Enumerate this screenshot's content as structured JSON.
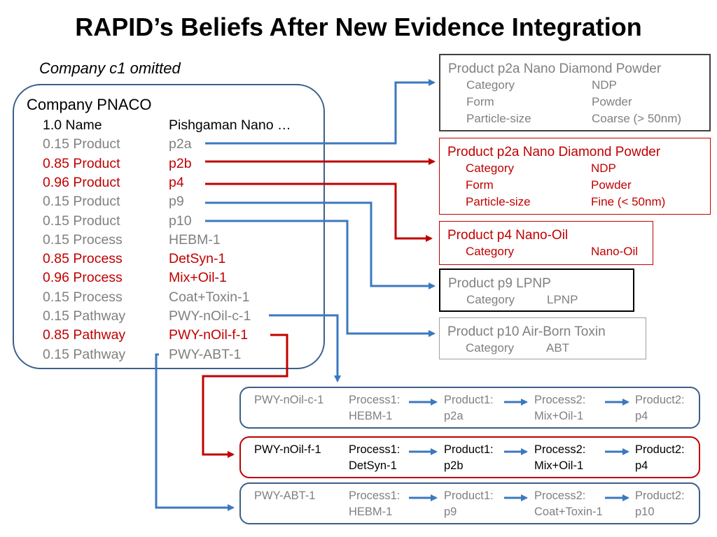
{
  "title": "RAPID’s Beliefs After New Evidence Integration",
  "subtitle": "Company c1 omitted",
  "company": {
    "header": "Company PNACO",
    "rows": [
      {
        "label": "1.0 Name",
        "value": "Pishgaman Nano …",
        "color": "#000000"
      },
      {
        "label": "0.15 Product",
        "value": "p2a",
        "color": "#808080"
      },
      {
        "label": "0.85 Product",
        "value": "p2b",
        "color": "#c00000"
      },
      {
        "label": "0.96 Product",
        "value": "p4",
        "color": "#c00000"
      },
      {
        "label": "0.15 Product",
        "value": "p9",
        "color": "#808080"
      },
      {
        "label": "0.15 Product",
        "value": "p10",
        "color": "#808080"
      },
      {
        "label": "0.15 Process",
        "value": "HEBM-1",
        "color": "#808080"
      },
      {
        "label": "0.85 Process",
        "value": "DetSyn-1",
        "color": "#c00000"
      },
      {
        "label": "0.96 Process",
        "value": "Mix+Oil-1",
        "color": "#c00000"
      },
      {
        "label": "0.15 Process",
        "value": "Coat+Toxin-1",
        "color": "#808080"
      },
      {
        "label": "0.15 Pathway",
        "value": "PWY-nOil-c-1",
        "color": "#808080"
      },
      {
        "label": "0.85 Pathway",
        "value": "PWY-nOil-f-1",
        "color": "#c00000"
      },
      {
        "label": "0.15 Pathway",
        "value": "PWY-ABT-1",
        "color": "#808080"
      }
    ]
  },
  "products": [
    {
      "title": "Product p2a Nano Diamond Powder",
      "color": "#808080",
      "border": "#404040",
      "attrs": [
        [
          "Category",
          "NDP"
        ],
        [
          "Form",
          "Powder"
        ],
        [
          "Particle-size",
          "Coarse (> 50nm)"
        ]
      ]
    },
    {
      "title": "Product p2a Nano Diamond Powder",
      "color": "#c00000",
      "border": "#c00000",
      "attrs": [
        [
          "Category",
          "NDP"
        ],
        [
          "Form",
          "Powder"
        ],
        [
          "Particle-size",
          "Fine (< 50nm)"
        ]
      ]
    },
    {
      "title": "Product p4 Nano-Oil",
      "color": "#c00000",
      "border": "#c00000",
      "attrs": [
        [
          "Category",
          "Nano-Oil"
        ]
      ]
    },
    {
      "title": "Product p9 LPNP",
      "color": "#808080",
      "border": "#000000",
      "attrs": [
        [
          "Category",
          "LPNP"
        ]
      ]
    },
    {
      "title": "Product p10 Air-Born Toxin",
      "color": "#808080",
      "border": "#a0a0a0",
      "attrs": [
        [
          "Category",
          "ABT"
        ]
      ]
    }
  ],
  "pathways": [
    {
      "name": "PWY-nOil-c-1",
      "color": "#808080",
      "border": "#3b5f8a",
      "steps": [
        [
          "Process1:",
          "HEBM-1"
        ],
        [
          "Product1:",
          "p2a"
        ],
        [
          "Process2:",
          "Mix+Oil-1"
        ],
        [
          "Product2:",
          "p4"
        ]
      ]
    },
    {
      "name": "PWY-nOil-f-1",
      "color": "#000000",
      "border": "#c00000",
      "steps": [
        [
          "Process1:",
          "DetSyn-1"
        ],
        [
          "Product1:",
          "p2b"
        ],
        [
          "Process2:",
          "Mix+Oil-1"
        ],
        [
          "Product2:",
          "p4"
        ]
      ]
    },
    {
      "name": "PWY-ABT-1",
      "color": "#808080",
      "border": "#3b5f8a",
      "steps": [
        [
          "Process1:",
          "HEBM-1"
        ],
        [
          "Product1:",
          "p9"
        ],
        [
          "Process2:",
          "Coat+Toxin-1"
        ],
        [
          "Product2:",
          "p10"
        ]
      ]
    }
  ],
  "colors": {
    "blue_arrow": "#3b78bf",
    "red_arrow": "#c00000",
    "box_blue": "#3b5f8a"
  }
}
